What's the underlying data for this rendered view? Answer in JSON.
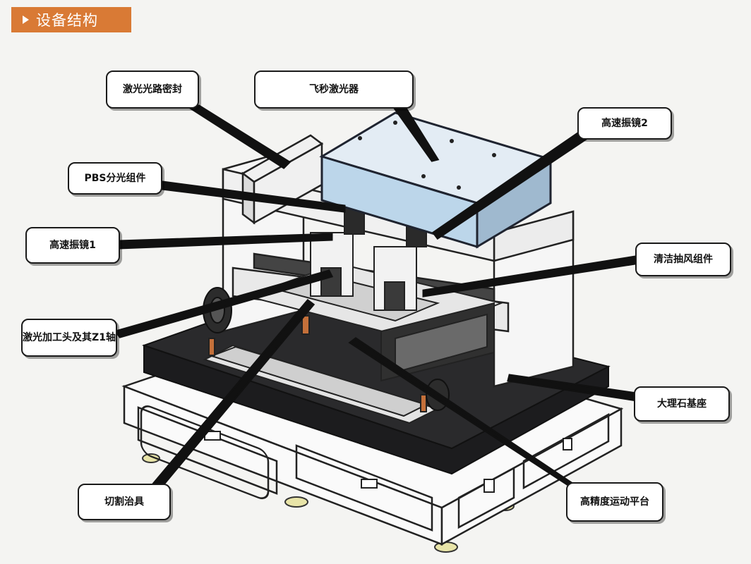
{
  "header": {
    "title": "设备结构"
  },
  "callouts": {
    "laser_path_seal": "激光光路密封",
    "femto_laser": "飞秒激光器",
    "galvo_2": "高速振镜2",
    "pbs_splitter": "PBS分光组件",
    "galvo_1": "高速振镜1",
    "cleaning_suction": "清洁抽风组件",
    "laser_head_z1": "激光加工头及其Z1轴",
    "marble_base": "大理石基座",
    "cutting_fixture": "切割治具",
    "precision_stage": "高精度运动平台"
  }
}
